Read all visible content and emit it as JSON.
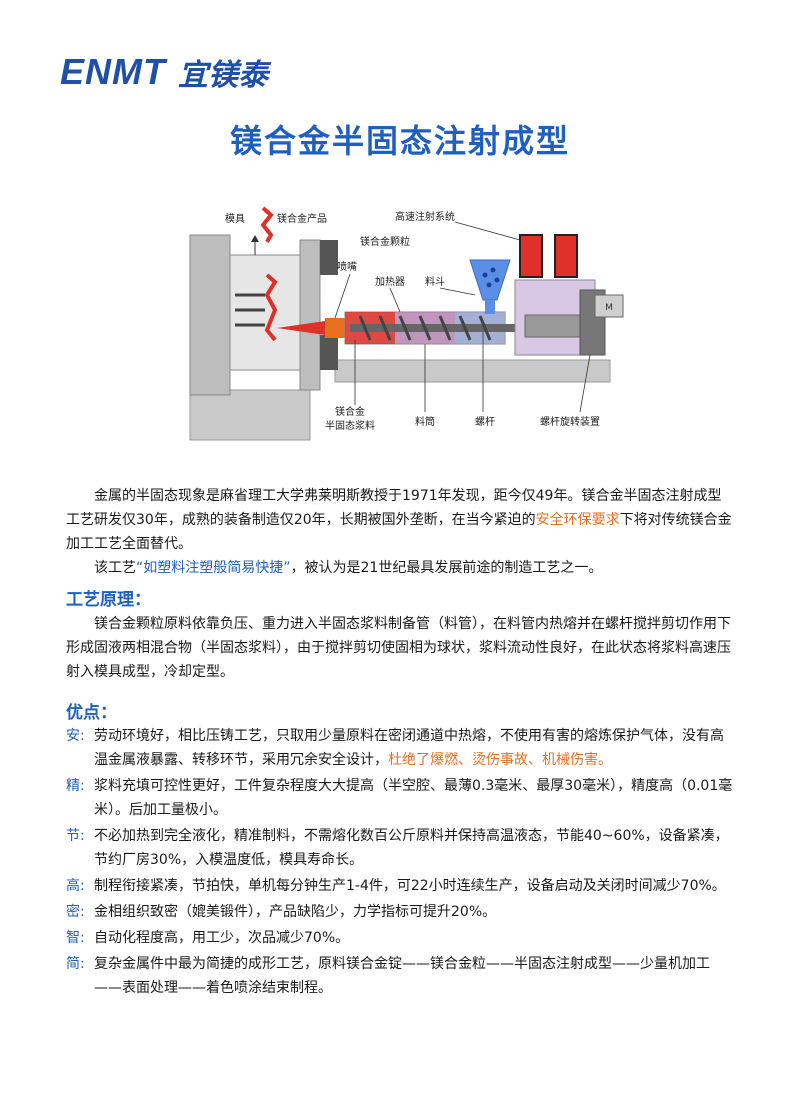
{
  "logo": {
    "mark": "ENMT",
    "name": "宜镁泰"
  },
  "title": "镁合金半固态注射成型",
  "diagram_labels": {
    "mold": "模具",
    "product": "镁合金产品",
    "nozzle": "喷嘴",
    "heater": "加热器",
    "hopper": "料斗",
    "high_speed": "高速注射系统",
    "granules": "镁合金颗粒",
    "slurry_line1": "镁合金",
    "slurry_line2": "半固态浆料",
    "barrel": "料筒",
    "screw": "螺杆",
    "rotation": "螺杆旋转装置",
    "motor": "M"
  },
  "intro": {
    "p1_a": "金属的半固态现象是麻省理工大学弗莱明斯教授于1971年发现，距今仅49年。镁合金半固态注射成型工艺研发仅30年，成熟的装备制造仅20年，长期被国外垄断，在当今紧迫的",
    "p1_hl": "安全环保要求",
    "p1_b": "下将对传统镁合金加工工艺全面替代。",
    "p2_a": "该工艺",
    "p2_hl": "“如塑料注塑般简易快捷”",
    "p2_b": "，被认为是21世纪最具发展前途的制造工艺之一。"
  },
  "principle": {
    "heading": "工艺原理：",
    "text": "镁合金颗粒原料依靠负压、重力进入半固态浆料制备管（料管），在料管内热熔并在螺杆搅拌剪切作用下形成固液两相混合物（半固态浆料），由于搅拌剪切使固相为球状，浆料流动性良好，在此状态将浆料高速压射入模具成型，冷却定型。"
  },
  "advantages": {
    "heading": "优点：",
    "items": [
      {
        "key": "安:",
        "text": "劳动环境好，相比压铸工艺，只取用少量原料在密闭通道中热熔，不使用有害的熔炼保护气体，没有高温金属液暴露、转移环节，采用冗余安全设计，",
        "hl": "杜绝了爆燃、烫伤事故、机械伤害。"
      },
      {
        "key": "精:",
        "text": "浆料充填可控性更好，工件复杂程度大大提高（半空腔、最薄0.3毫米、最厚30毫米），精度高（0.01毫米）。后加工量极小。",
        "hl": ""
      },
      {
        "key": "节:",
        "text": "不必加热到完全液化，精准制料，不需熔化数百公斤原料并保持高温液态，节能40~60%，设备紧凑，节约厂房30%，入模温度低，模具寿命长。",
        "hl": ""
      },
      {
        "key": "高:",
        "text": "制程衔接紧凑，节拍快，单机每分钟生产1-4件，可22小时连续生产，设备启动及关闭时间减少70%。",
        "hl": ""
      },
      {
        "key": "密:",
        "text": "金相组织致密（媲美锻件），产品缺陷少，力学指标可提升20%。",
        "hl": ""
      },
      {
        "key": "智:",
        "text": "自动化程度高，用工少，次品减少70%。",
        "hl": ""
      },
      {
        "key": "简:",
        "text": "复杂金属件中最为简捷的成形工艺，原料镁合金锭——镁合金粒——半固态注射成型——少量机加工——表面处理——着色喷涂结束制程。",
        "hl": ""
      }
    ]
  }
}
